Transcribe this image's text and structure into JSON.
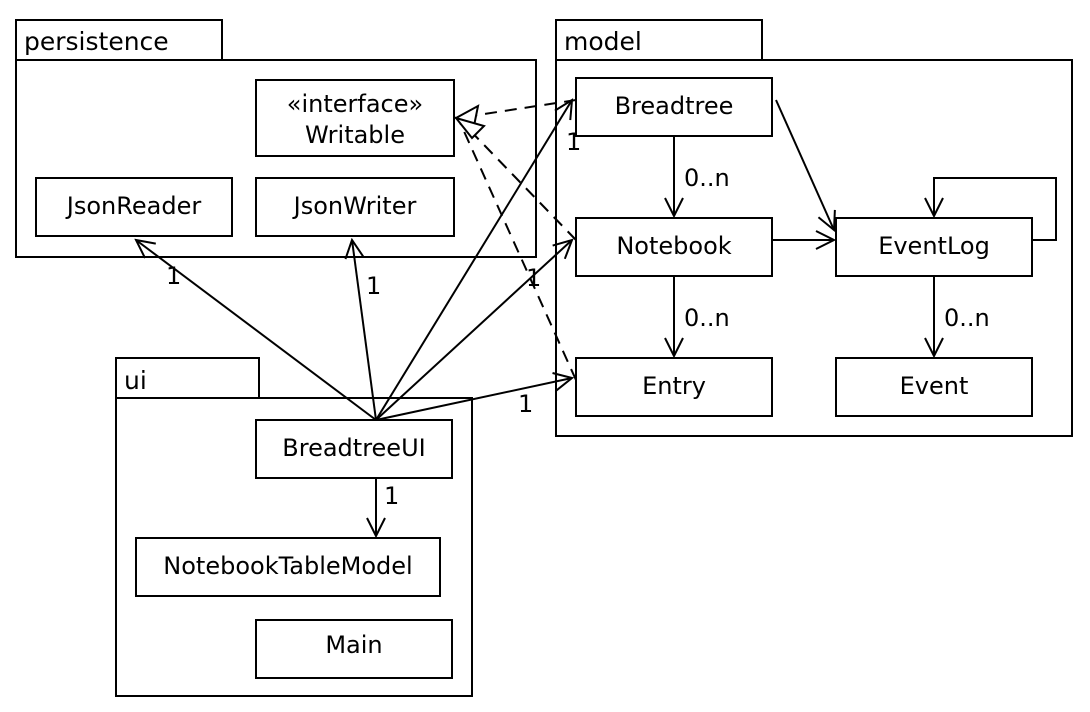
{
  "packages": {
    "persistence": "persistence",
    "model": "model",
    "ui": "ui"
  },
  "classes": {
    "writable_stereotype": "«interface»",
    "writable_name": "Writable",
    "json_reader": "JsonReader",
    "json_writer": "JsonWriter",
    "breadtree": "Breadtree",
    "notebook": "Notebook",
    "entry": "Entry",
    "event_log": "EventLog",
    "event": "Event",
    "breadtree_ui": "BreadtreeUI",
    "notebook_table_model": "NotebookTableModel",
    "main": "Main"
  },
  "multiplicities": {
    "ui_to_json_reader": "1",
    "ui_to_json_writer": "1",
    "ui_to_breadtree": "1",
    "ui_to_notebook": "1",
    "ui_to_entry": "1",
    "ui_to_table_model": "1",
    "breadtree_to_notebook": "0..n",
    "notebook_to_entry": "0..n",
    "eventlog_to_event": "0..n"
  }
}
